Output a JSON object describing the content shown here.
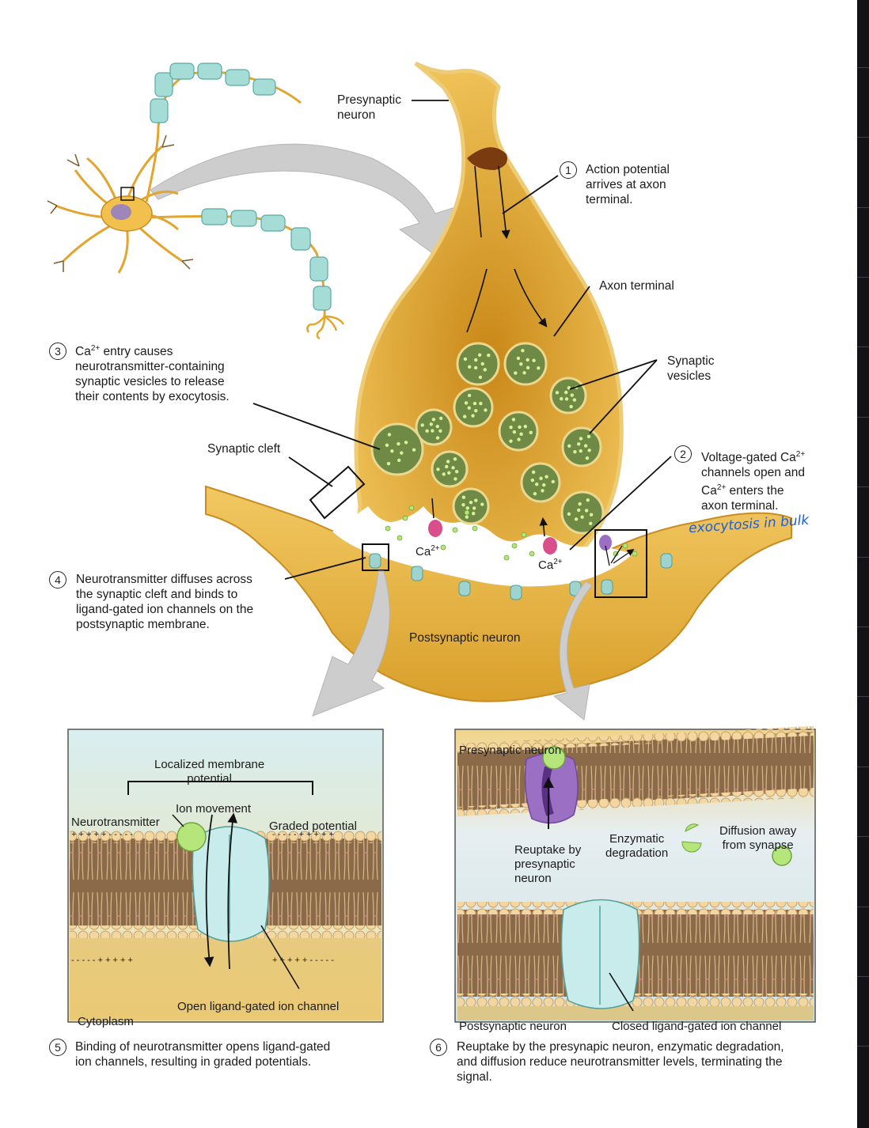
{
  "labels": {
    "presynaptic_neuron": "Presynaptic\nneuron",
    "axon_terminal": "Axon terminal",
    "synaptic_vesicles": "Synaptic\nvesicles",
    "synaptic_cleft": "Synaptic cleft",
    "postsynaptic_neuron": "Postsynaptic neuron",
    "ca_left": "Ca",
    "ca_right": "Ca",
    "ca_charge": "2+"
  },
  "steps": [
    {
      "num": "1",
      "text": "Action potential\narrives at axon\nterminal."
    },
    {
      "num": "2",
      "text_line1": "Voltage-gated Ca",
      "text_rest": "channels open and",
      "text_line3": "Ca",
      "text_line3b": " enters the",
      "text_line4": "axon terminal."
    },
    {
      "num": "3",
      "text_line1a": "Ca",
      "text_line1b": " entry causes",
      "text_rest": "neurotransmitter-containing\nsynaptic vesicles to release\ntheir contents by exocytosis."
    },
    {
      "num": "4",
      "text": "Neurotransmitter diffuses across\nthe synaptic cleft and binds to\nligand-gated ion channels on the\npostsynaptic membrane."
    },
    {
      "num": "5",
      "text": "Binding of neurotransmitter opens ligand-gated\nion channels, resulting in graded potentials."
    },
    {
      "num": "6",
      "text": "Reuptake by the presynapic neuron, enzymatic degradation,\nand diffusion reduce neurotransmitter levels, terminating the\nsignal."
    }
  ],
  "left_panel": {
    "localized": "Localized membrane\npotential",
    "ion_movement": "Ion movement",
    "neurotransmitter": "Neurotransmitter",
    "graded_potential": "Graded potential",
    "top_left_charges": "+ + + + + - - - - -",
    "top_right_charges": "- - - - - + + + + +",
    "bottom_left_charges": "- - - - - + + + + +",
    "bottom_right_charges": "+ + + + + - - - - -",
    "open_channel": "Open ligand-gated ion channel",
    "cytoplasm": "Cytoplasm"
  },
  "right_panel": {
    "presynaptic": "Presynaptic neuron",
    "reuptake": "Reuptake by\npresynaptic\nneuron",
    "enzymatic": "Enzymatic\ndegradation",
    "diffusion": "Diffusion away\nfrom synapse",
    "postsynaptic": "Postsynaptic neuron",
    "closed_channel": "Closed ligand-gated ion channel"
  },
  "handwriting": "exocytosis in bulk",
  "colors": {
    "neuron_gold": "#e9b43c",
    "neuron_light": "#f3cd6a",
    "vesicle": "#6f8a45",
    "vesicle_rim": "#e8d890",
    "myelin": "#9fd8d4",
    "channel": "#bfe6e6",
    "membrane_head": "#f3d7a2",
    "transporter": "#9b6fc4",
    "ion": "#a9e06a",
    "annotation_blue": "#1d5fd6"
  }
}
